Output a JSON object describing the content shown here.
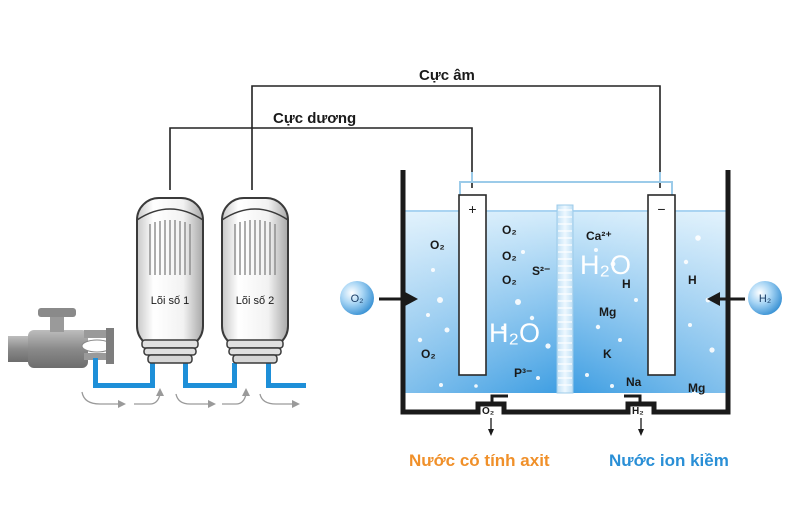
{
  "labels": {
    "negative_pole": "Cực âm",
    "positive_pole": "Cực dương",
    "core_1": "Lõi số 1",
    "core_2": "Lõi số 2",
    "acid_water": "Nước có tính axit",
    "alkaline_water": "Nước ion kiềm",
    "plus_sign": "+",
    "minus_sign": "−"
  },
  "molecules": {
    "o2_left_1": "O₂",
    "o2_left_2": "O₂",
    "o2_mid_1": "O₂",
    "o2_mid_2": "O₂",
    "o2_mid_3": "O₂",
    "sulfate": "S²⁻",
    "phosphate": "P³⁻",
    "h2o_acid": "H₂O",
    "h2o_alkaline": "H₂O",
    "calcium": "Ca²⁺",
    "h_mid": "H",
    "mg_mid": "Mg",
    "k": "K",
    "na": "Na",
    "mg_right": "Mg",
    "h_right": "H",
    "o2_outlet": "O₂",
    "h2_outlet": "H₂",
    "o2_bubble": "O₂",
    "h2_bubble": "H₂"
  },
  "colors": {
    "acid_label": "#f0902a",
    "alkaline_label": "#2a8fd6",
    "water_top": "#c9e6fa",
    "water_bottom": "#3e9fe2",
    "tube": "#1e8fd8"
  },
  "icons": [
    "faucet-icon",
    "arrow-right-icon",
    "arrow-left-icon",
    "arrow-down-icon"
  ]
}
